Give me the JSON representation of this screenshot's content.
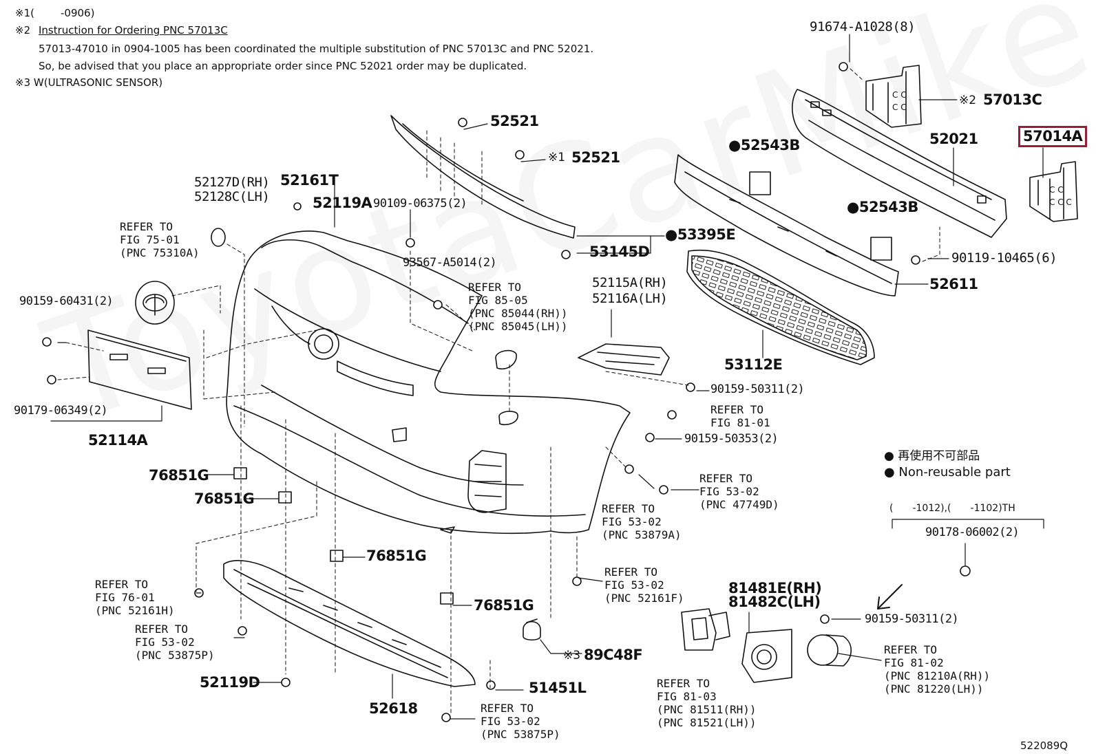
{
  "notes": {
    "n1_mark": "※1(",
    "n1_range": "-0906)",
    "n2_mark": "※2",
    "n2_title": "Instruction for Ordering PNC 57013C",
    "n2_line1": "57013-47010 in 0904-1005 has been coordinated the multiple substitution of PNC 57013C and PNC 52021.",
    "n2_line2": "So, be advised that you place an appropriate order since PNC 52021 order may be duplicated.",
    "n3": "※3 W(ULTRASONIC SENSOR)"
  },
  "watermark": "ToyotaCarMike",
  "diagram_code": "522089Q",
  "legend": {
    "jp": "● 再使用不可部品",
    "en": "● Non-reusable part"
  },
  "date_range": "(　　-1012),(　　-1102)TH",
  "parts": {
    "p91674": "91674-A1028(8)",
    "p57013c": "57013C",
    "p57013c_mark": "※2",
    "p57014a": "57014A",
    "p52021": "52021",
    "p52543b_1": "52543B",
    "p52543b_2": "52543B",
    "p90119": "90119-10465(6)",
    "p52611": "52611",
    "p52521_1": "52521",
    "p52521_2": "52521",
    "p52521_mark": "※1",
    "p53395e": "53395E",
    "p53145d": "53145D",
    "p52127d": "52127D(RH)",
    "p52128c": "52128C(LH)",
    "p52161t": "52161T",
    "p52119a": "52119A",
    "p90109": "90109-06375(2)",
    "p93567": "93567-A5014(2)",
    "p52115a": "52115A(RH)",
    "p52116a": "52116A(LH)",
    "p53112e": "53112E",
    "p90159_60431": "90159-60431(2)",
    "p90179": "90179-06349(2)",
    "p52114a": "52114A",
    "p90159_50311_a": "90159-50311(2)",
    "p90159_50353": "90159-50353(2)",
    "p76851g_1": "76851G",
    "p76851g_2": "76851G",
    "p76851g_3": "76851G",
    "p76851g_4": "76851G",
    "p90178": "90178-06002(2)",
    "p81481e": "81481E(RH)",
    "p81482c": "81482C(LH)",
    "p90159_50311_b": "90159-50311(2)",
    "p89c48f": "89C48F",
    "p89c48f_mark": "※3",
    "p52119d": "52119D",
    "p51451l": "51451L",
    "p52618": "52618"
  },
  "refs": {
    "r75": "REFER TO\nFIG 75-01\n(PNC 75310A)",
    "r85": "REFER TO\nFIG 85-05\n(PNC 85044(RH))\n(PNC 85045(LH))",
    "r81_01": "REFER TO\nFIG 81-01",
    "r53_47749": "REFER TO\nFIG 53-02\n(PNC 47749D)",
    "r53_53879": "REFER TO\nFIG 53-02\n(PNC 53879A)",
    "r76": "REFER TO\nFIG 76-01\n(PNC 52161H)",
    "r53_53875_a": "REFER TO\nFIG 53-02\n(PNC 53875P)",
    "r53_52161f": "REFER TO\nFIG 53-02\n(PNC 52161F)",
    "r53_53875_b": "REFER TO\nFIG 53-02\n(PNC 53875P)",
    "r81_03": "REFER TO\nFIG 81-03\n(PNC 81511(RH))\n(PNC 81521(LH))",
    "r81_02": "REFER TO\nFIG 81-02\n(PNC 81210A(RH))\n(PNC 81220(LH))"
  }
}
